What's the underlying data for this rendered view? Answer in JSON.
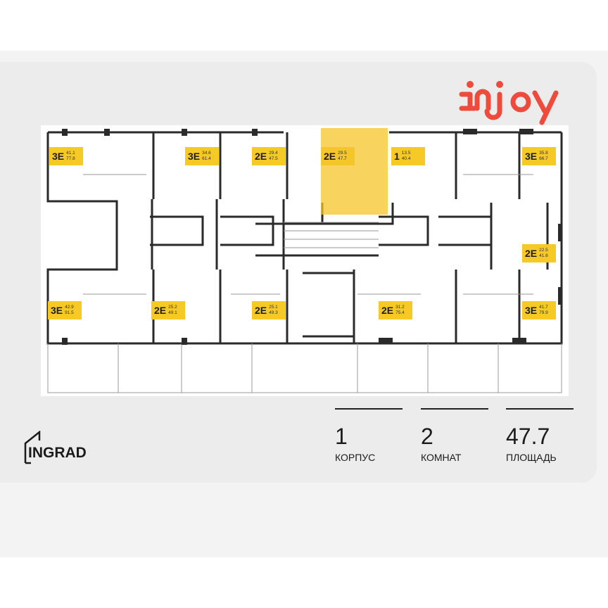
{
  "brand": {
    "logo_text": "injoy",
    "developer_logo_text": "INGRAD",
    "accent_color": "#ef4b3c",
    "unit_label_color": "#f7c926"
  },
  "units": [
    {
      "type": "3E",
      "living": "41.1",
      "total": "77.8"
    },
    {
      "type": "3E",
      "living": "34.6",
      "total": "61.4"
    },
    {
      "type": "2E",
      "living": "29.4",
      "total": "47.5"
    },
    {
      "type": "2E",
      "living": "29.5",
      "total": "47.7",
      "selected": true
    },
    {
      "type": "1",
      "living": "13.5",
      "total": "40.4"
    },
    {
      "type": "3E",
      "living": "35.8",
      "total": "66.7"
    },
    {
      "type": "2E",
      "living": "22.5",
      "total": "41.6"
    },
    {
      "type": "3E",
      "living": "42.9",
      "total": "91.5"
    },
    {
      "type": "2E",
      "living": "25.2",
      "total": "49.1"
    },
    {
      "type": "2E",
      "living": "25.1",
      "total": "49.3"
    },
    {
      "type": "2E",
      "living": "31.2",
      "total": "75.4"
    },
    {
      "type": "3E",
      "living": "41.7",
      "total": "79.9"
    }
  ],
  "stats": [
    {
      "value": "1",
      "label": "КОРПУС"
    },
    {
      "value": "2",
      "label": "КОМНАТ"
    },
    {
      "value": "47.7",
      "label": "ПЛОЩАДЬ"
    }
  ]
}
